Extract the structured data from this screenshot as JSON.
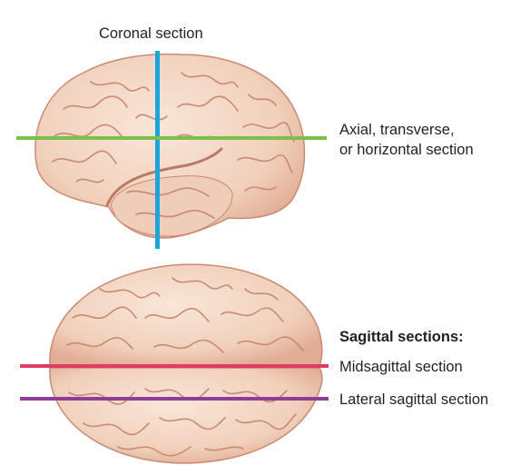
{
  "labels": {
    "coronal": "Coronal section",
    "axial_line1": "Axial, transverse,",
    "axial_line2": "or horizontal section",
    "sagittal_heading": "Sagittal sections:",
    "midsagittal": "Midsagittal section",
    "lateral_sagittal": "Lateral sagittal section"
  },
  "colors": {
    "coronal_line": "#1aa6dc",
    "axial_line": "#7cc04b",
    "midsagittal_line": "#e03c63",
    "lateral_sagittal_line": "#8f3d97",
    "brain_fill": "#f3d6c3",
    "brain_shadow": "#d99c86",
    "brain_outline": "#c98a74"
  },
  "views": [
    {
      "name": "lateral",
      "icon": "lateral-brain-illustration"
    },
    {
      "name": "superior",
      "icon": "superior-brain-illustration"
    }
  ]
}
